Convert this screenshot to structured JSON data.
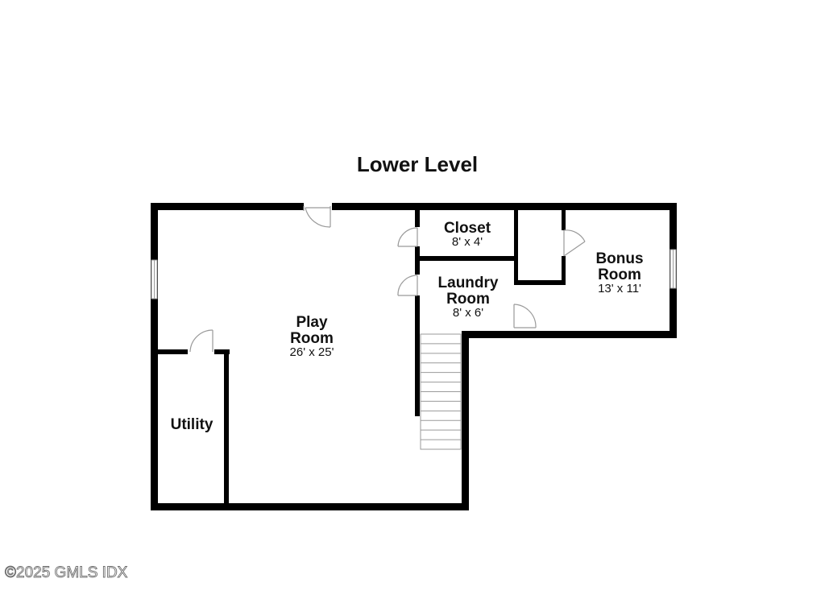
{
  "title": "Lower Level",
  "rooms": {
    "play": {
      "name_1": "Play",
      "name_2": "Room",
      "size": "26' x 25'"
    },
    "closet": {
      "name": "Closet",
      "size": "8' x 4'"
    },
    "laundry": {
      "name_1": "Laundry",
      "name_2": "Room",
      "size": "8' x 6'"
    },
    "bonus": {
      "name_1": "Bonus",
      "name_2": "Room",
      "size": "13' x 11'"
    },
    "utility": {
      "name": "Utility"
    }
  },
  "watermark": "©2025 GMLS IDX",
  "colors": {
    "wall": "#000000",
    "fixture": "#9a9a9a",
    "background": "#ffffff"
  }
}
